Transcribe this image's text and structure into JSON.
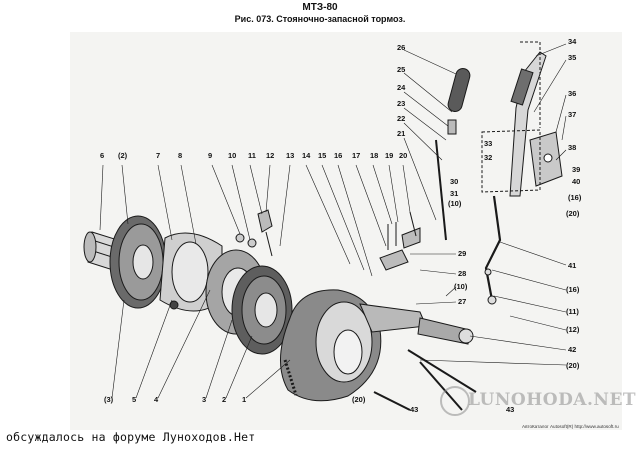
{
  "header": {
    "model": "МТЗ-80",
    "caption": "Рис. 073. Стояночно-запасной тормоз."
  },
  "callouts": [
    {
      "id": "c1",
      "label": "1"
    },
    {
      "id": "c2",
      "label": "2"
    },
    {
      "id": "c3",
      "label": "3"
    },
    {
      "id": "c3b",
      "label": "(3)"
    },
    {
      "id": "c4",
      "label": "4"
    },
    {
      "id": "c5",
      "label": "5"
    },
    {
      "id": "c6",
      "label": "6"
    },
    {
      "id": "c2b",
      "label": "(2)"
    },
    {
      "id": "c7",
      "label": "7"
    },
    {
      "id": "c8",
      "label": "8"
    },
    {
      "id": "c9",
      "label": "9"
    },
    {
      "id": "c10",
      "label": "10"
    },
    {
      "id": "c11",
      "label": "11"
    },
    {
      "id": "c12",
      "label": "12"
    },
    {
      "id": "c13",
      "label": "13"
    },
    {
      "id": "c14",
      "label": "14"
    },
    {
      "id": "c15",
      "label": "15"
    },
    {
      "id": "c16",
      "label": "16"
    },
    {
      "id": "c17",
      "label": "17"
    },
    {
      "id": "c18",
      "label": "18"
    },
    {
      "id": "c19",
      "label": "19"
    },
    {
      "id": "c20",
      "label": "20"
    },
    {
      "id": "c21",
      "label": "21"
    },
    {
      "id": "c22",
      "label": "22"
    },
    {
      "id": "c23",
      "label": "23"
    },
    {
      "id": "c24",
      "label": "24"
    },
    {
      "id": "c25",
      "label": "25"
    },
    {
      "id": "c26",
      "label": "26"
    },
    {
      "id": "c27",
      "label": "27"
    },
    {
      "id": "c28",
      "label": "28"
    },
    {
      "id": "c29",
      "label": "29"
    },
    {
      "id": "c30",
      "label": "30"
    },
    {
      "id": "c31",
      "label": "31"
    },
    {
      "id": "c10b",
      "label": "(10)"
    },
    {
      "id": "c10c",
      "label": "(10)"
    },
    {
      "id": "c32",
      "label": "32"
    },
    {
      "id": "c33",
      "label": "33"
    },
    {
      "id": "c34",
      "label": "34"
    },
    {
      "id": "c35",
      "label": "35"
    },
    {
      "id": "c36",
      "label": "36"
    },
    {
      "id": "c37",
      "label": "37"
    },
    {
      "id": "c38",
      "label": "38"
    },
    {
      "id": "c39",
      "label": "39"
    },
    {
      "id": "c40",
      "label": "40"
    },
    {
      "id": "c16b",
      "label": "(16)"
    },
    {
      "id": "c20b",
      "label": "(20)"
    },
    {
      "id": "c41",
      "label": "41"
    },
    {
      "id": "c16c",
      "label": "(16)"
    },
    {
      "id": "c11b",
      "label": "(11)"
    },
    {
      "id": "c12b",
      "label": "(12)"
    },
    {
      "id": "c42",
      "label": "42"
    },
    {
      "id": "c20c",
      "label": "(20)"
    },
    {
      "id": "c43",
      "label": "43"
    },
    {
      "id": "c43b",
      "label": "43"
    },
    {
      "id": "c20d",
      "label": "(20)"
    }
  ],
  "footer": {
    "forum_text": "обсуждалось на форуме Луноходов.Нет",
    "catalog_credit": "АвтоКаталог Autosoft(R) http://www.autosoft.ru",
    "watermark": "LUNOHODA.NET"
  }
}
